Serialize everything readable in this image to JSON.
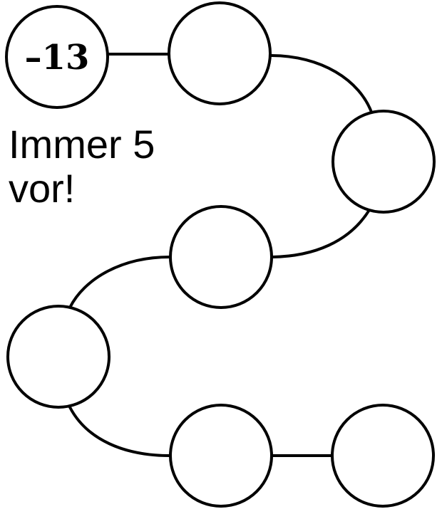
{
  "instruction": {
    "line1": "Immer 5",
    "line2": "vor!"
  },
  "chain": {
    "nodes": [
      {
        "value": "–13"
      },
      {
        "value": ""
      },
      {
        "value": ""
      },
      {
        "value": ""
      },
      {
        "value": ""
      },
      {
        "value": ""
      },
      {
        "value": ""
      }
    ],
    "colors": {
      "stroke": "#000000",
      "fill": "#ffffff"
    }
  }
}
